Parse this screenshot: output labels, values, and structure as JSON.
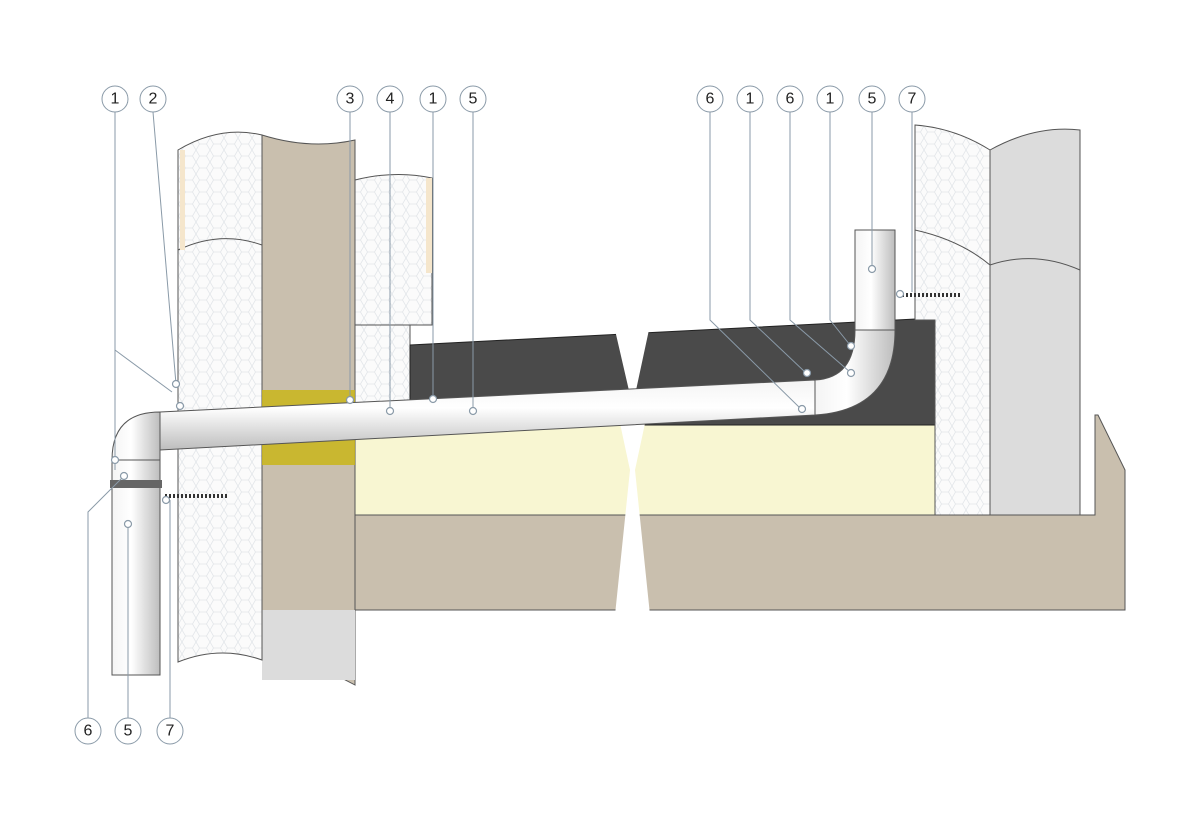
{
  "callouts_top": [
    "1",
    "2",
    "3",
    "4",
    "1",
    "5",
    "6",
    "1",
    "6",
    "1",
    "5",
    "7"
  ],
  "callouts_bottom": [
    "6",
    "5",
    "7"
  ],
  "colors": {
    "concrete": "#c9bfae",
    "concrete_light": "#dcdcdc",
    "insulation": "#fbfbfb",
    "membrane": "#4a4a4a",
    "foam": "#f8f6d2",
    "seal": "#c9b51a",
    "leader": "#8a9aa8"
  }
}
